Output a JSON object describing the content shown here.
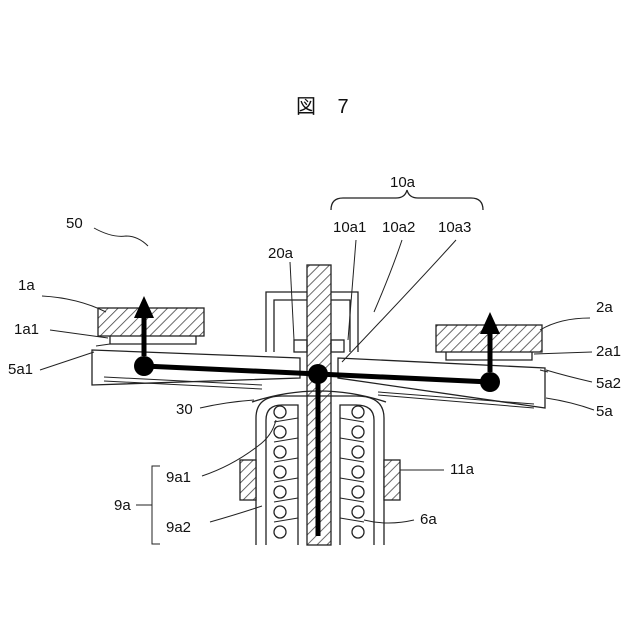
{
  "figure": {
    "title": "図 7"
  },
  "labels": {
    "l_10a": "10a",
    "l_10a1": "10a1",
    "l_10a2": "10a2",
    "l_10a3": "10a3",
    "l_50": "50",
    "l_20a": "20a",
    "l_1a": "1a",
    "l_1a1": "1a1",
    "l_5a1": "5a1",
    "l_2a": "2a",
    "l_2a1": "2a1",
    "l_5a2": "5a2",
    "l_5a": "5a",
    "l_30": "30",
    "l_9a1": "9a1",
    "l_9a": "9a",
    "l_9a2": "9a2",
    "l_11a": "11a",
    "l_6a": "6a"
  }
}
